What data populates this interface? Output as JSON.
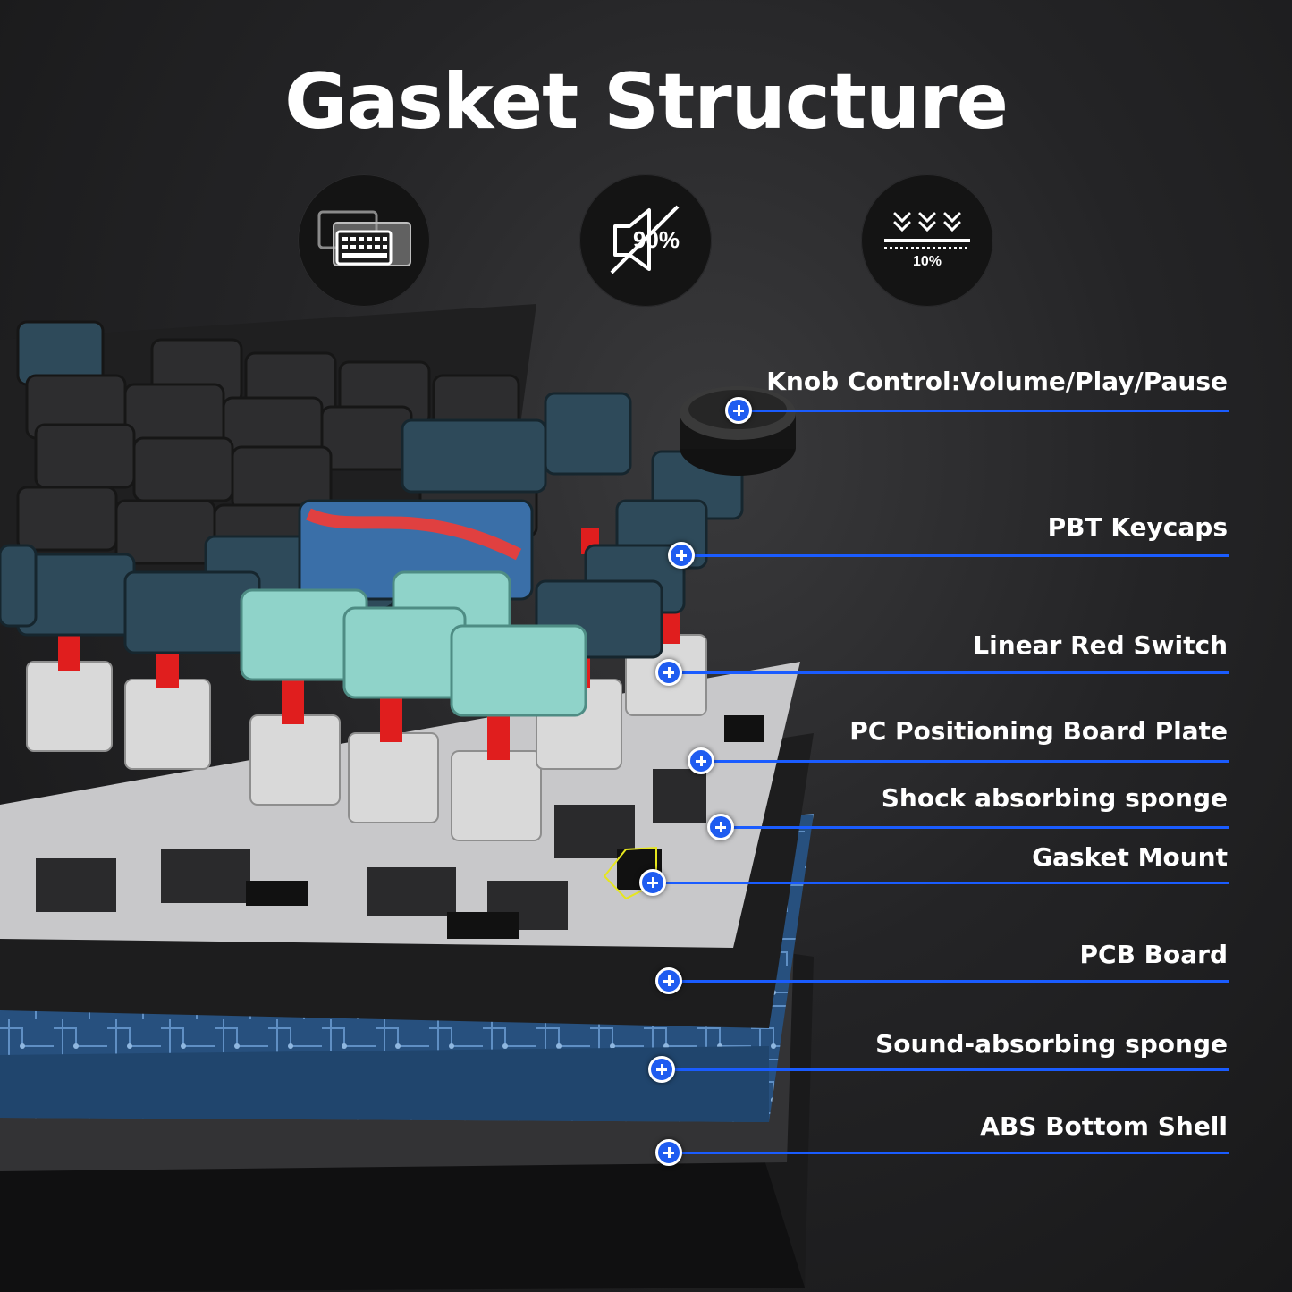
{
  "title": "Gasket Structure",
  "features": [
    {
      "icon": "keyboard-layers-icon",
      "text": ""
    },
    {
      "icon": "sound-mute-icon",
      "text": "90%"
    },
    {
      "icon": "compression-icon",
      "text": "10%"
    }
  ],
  "callouts": [
    {
      "label": "Knob Control:Volume/Play/Pause"
    },
    {
      "label": "PBT Keycaps"
    },
    {
      "label": "Linear Red Switch"
    },
    {
      "label": "PC Positioning Board Plate"
    },
    {
      "label": "Shock absorbing sponge"
    },
    {
      "label": "Gasket Mount"
    },
    {
      "label": "PCB Board"
    },
    {
      "label": "Sound-absorbing sponge"
    },
    {
      "label": "ABS Bottom Shell"
    }
  ],
  "colors": {
    "accent": "#1a5cff",
    "background": "#242426",
    "text": "#ffffff"
  }
}
